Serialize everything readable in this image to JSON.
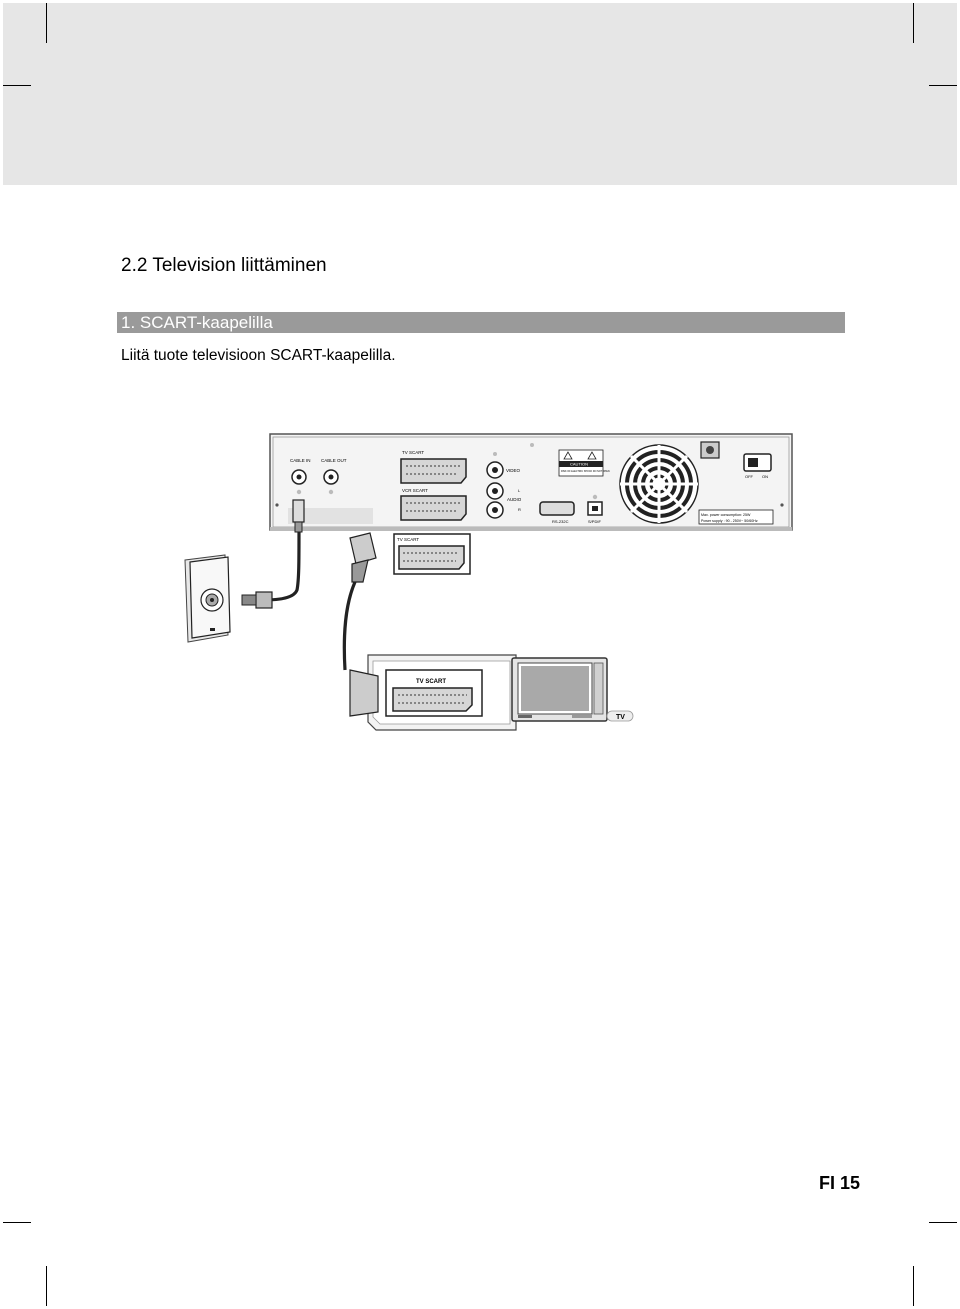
{
  "section": {
    "title": "2.2 Television liittäminen"
  },
  "subsection": {
    "title": "1. SCART-kaapelilla"
  },
  "body": {
    "text": "Liitä tuote televisioon SCART-kaapelilla."
  },
  "diagram": {
    "receiver_labels": {
      "cable_in": "CABLE IN",
      "cable_out": "CABLE OUT",
      "tv_scart": "TV SCART",
      "vcr_scart": "VCR SCART",
      "video": "VIDEO",
      "audio": "AUDIO",
      "audio_l": "L",
      "audio_r": "R",
      "rs232": "RS-232C",
      "spdif": "S/PDIF",
      "off": "OFF",
      "on": "ON",
      "caution": "CAUTION",
      "caution_sub": "RISK OF ELECTRIC SHOCK DO NOT OPEN",
      "power_line1": "Max. power consumption: 25W",
      "power_line2": "Power supply : 90 - 250V~ 50/60Hz"
    },
    "cable_plug_label": "TV SCART",
    "tv_scart_label": "TV SCART",
    "tv_label": "TV"
  },
  "footer": {
    "page_number": "FI 15"
  }
}
